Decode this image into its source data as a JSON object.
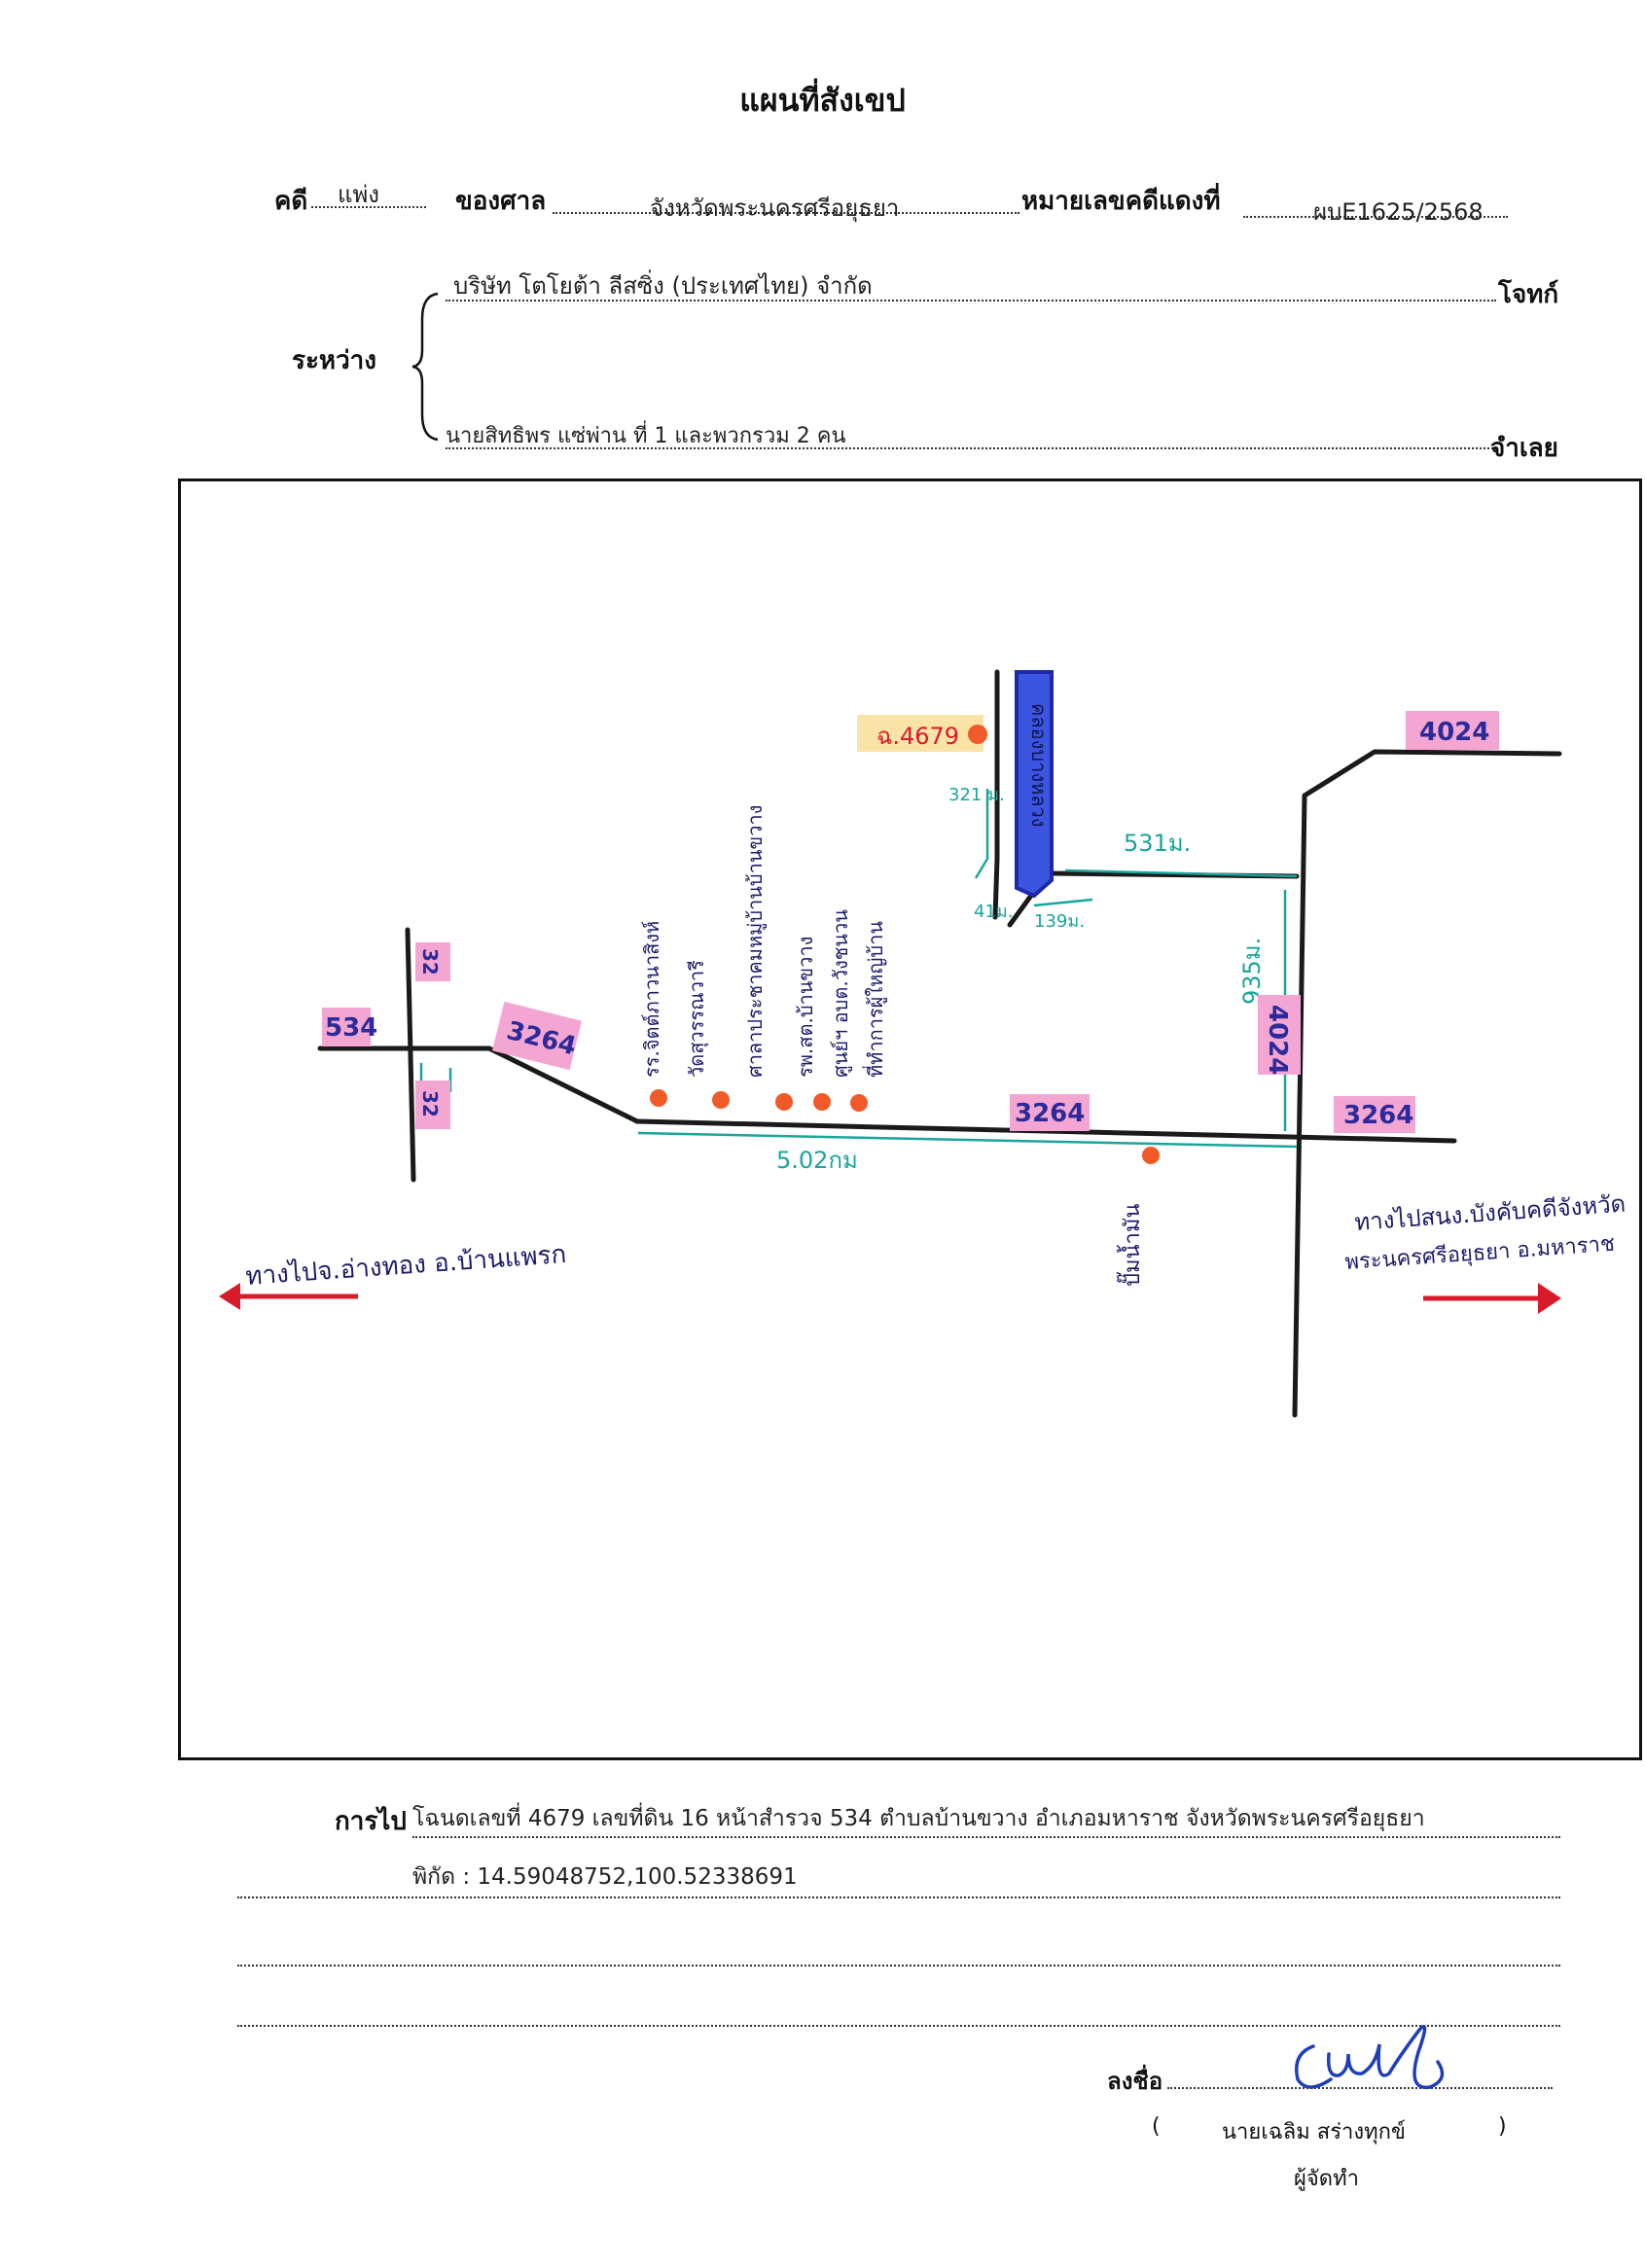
{
  "header": {
    "title": "แผนที่สังเขป",
    "case_label": "คดี",
    "case_type": "แพ่ง",
    "court_label": "ของศาล",
    "court_name": "จังหวัดพระนครศรีอยุธยา",
    "red_case_label": "หมายเลขคดีแดงที่",
    "red_case_no": "ผบE1625/2568",
    "between_label": "ระหว่าง",
    "plaintiff": "บริษัท โตโยต้า ลีสซิ่ง (ประเทศไทย) จำกัด",
    "plaintiff_role": "โจทก์",
    "defendant": "นายสิทธิพร แซ่พ่าน ที่ 1 และพวกรวม 2 คน",
    "defendant_role": "จำเลย"
  },
  "map": {
    "deed_label": "ฉ.4679",
    "road_labels": {
      "r534": "534",
      "r3264_a": "3264",
      "r3264_b": "3264",
      "r3264_c": "3264",
      "r4024_top": "4024",
      "r4024_mid": "4024",
      "r_side_top": "32",
      "r_side_bottom": "32"
    },
    "distances": {
      "d_main": "5.02กม",
      "d_531": "531ม.",
      "d_935": "935ม.",
      "d_321": "321 ม.",
      "d_41": "41ม.",
      "d_139": "139ม."
    },
    "canal_label": "คลองบางหลวง",
    "landmarks": [
      "รร.จิตต์ภาวนาสิงห์",
      "วัดสุวรรณวารี",
      "ศาลาประชาคมหมู่บ้านบ้านขวาง",
      "รพ.สต.บ้านขวาง",
      "ศูนย์ฯ อบต.วังชนวน",
      "ที่ทำการผู้ใหญ่บ้าน"
    ],
    "pump_label": "ปั๊มน้ำมัน",
    "left_direction": "ทางไปจ.อ่างทอง อ.บ้านแพรก",
    "right_direction_line1": "ทางไปสนง.บังคับคดีจังหวัด",
    "right_direction_line2": "พระนครศรีอยุธยา อ.มหาราช",
    "colors": {
      "road": "#1a1a1a",
      "distance": "#1aa59a",
      "label_bg": "#f3a6d2",
      "label_text": "#2c2a9a",
      "marker": "#f05a28",
      "arrow": "#d81b2a",
      "canal": "#2d3fd6"
    }
  },
  "footer": {
    "route_label": "การไป",
    "route_text": "โฉนดเลขที่ 4679  เลขที่ดิน 16 หน้าสำรวจ 534 ตำบลบ้านขวาง อำเภอมหาราช จังหวัดพระนครศรีอยุธยา",
    "coords": "พิกัด : 14.59048752,100.52338691",
    "sign_label": "ลงชื่อ",
    "signer_open": "(",
    "signer_name": "นายเฉลิม  สร่างทุกข์",
    "signer_close": ")",
    "signer_role": "ผู้จัดทำ"
  }
}
